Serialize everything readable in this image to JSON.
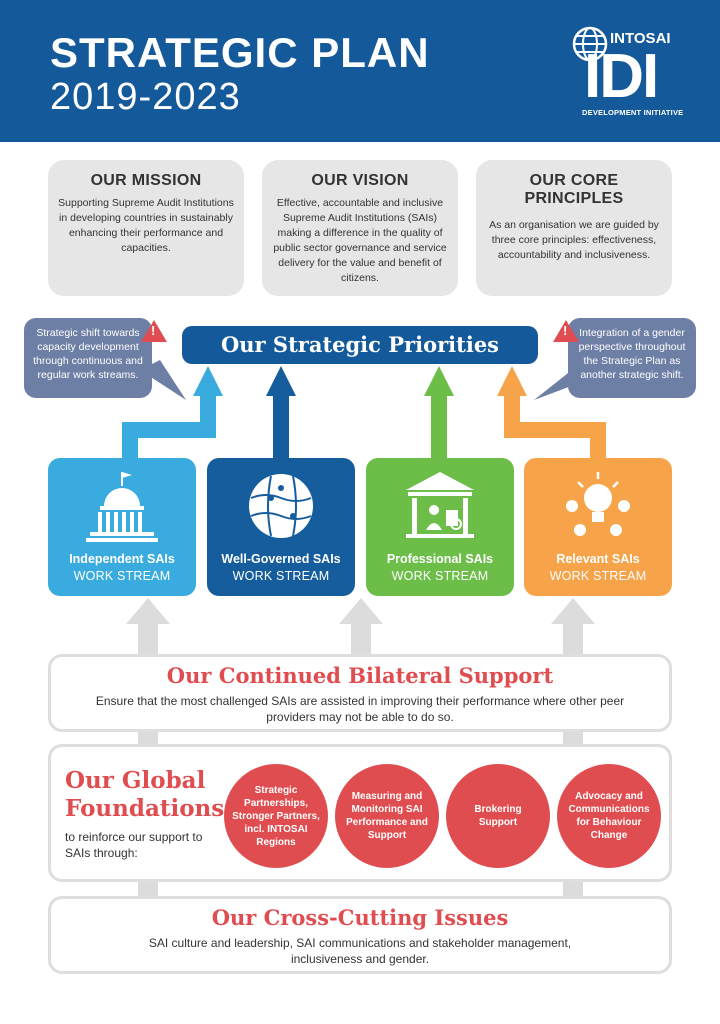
{
  "header": {
    "title": "STRATEGIC PLAN",
    "subtitle": "2019-2023",
    "logo": {
      "org": "INTOSAI",
      "brand": "IDI",
      "tagline": "DEVELOPMENT INITIATIVE"
    }
  },
  "cards": [
    {
      "title": "OUR MISSION",
      "text": "Supporting Supreme Audit Institutions in developing countries in sustainably enhancing their performance and capacities."
    },
    {
      "title": "OUR VISION",
      "text": "Effective, accountable and inclusive Supreme Audit Institutions (SAIs) making a difference in the quality of public sector governance and service delivery for the value and benefit of citizens."
    },
    {
      "title": "OUR CORE PRINCIPLES",
      "text": "As an organisation we are guided by three core principles: effectiveness, accountability and inclusiveness."
    }
  ],
  "priorities": {
    "title": "Our Strategic Priorities"
  },
  "callouts": [
    {
      "text": "Strategic shift towards capacity development through continuous and regular work streams.",
      "mark": "!"
    },
    {
      "text": "Integration of a gender perspective throughout the Strategic Plan as another strategic shift.",
      "mark": "!"
    }
  ],
  "workstreams": [
    {
      "name": "Independent SAIs",
      "sub": "WORK STREAM",
      "color": "#3aabdf",
      "icon": "capitol-building-icon"
    },
    {
      "name": "Well-Governed SAIs",
      "sub": "WORK STREAM",
      "color": "#155d9c",
      "icon": "puzzle-globe-icon"
    },
    {
      "name": "Professional SAIs",
      "sub": "WORK STREAM",
      "color": "#6cbe48",
      "icon": "classroom-icon"
    },
    {
      "name": "Relevant SAIs",
      "sub": "WORK STREAM",
      "color": "#f7a34a",
      "icon": "lightbulb-ideas-icon"
    }
  ],
  "bilateral": {
    "title": "Our Continued Bilateral Support",
    "text": "Ensure that the most challenged SAIs are assisted in improving their performance where other peer providers may not be able to do so."
  },
  "global": {
    "title_line1": "Our Global",
    "title_line2": "Foundations",
    "text": "to reinforce our support to SAIs through:",
    "items": [
      "Strategic Partnerships, Stronger Partners, incl. INTOSAI Regions",
      "Measuring and Monitoring SAI Performance and Support",
      "Brokering Support",
      "Advocacy and Communications for Behaviour Change"
    ]
  },
  "crosscutting": {
    "title": "Our Cross-Cutting Issues",
    "text": "SAI culture and leadership, SAI communications and stakeholder management, inclusiveness and gender."
  },
  "colors": {
    "navy": "#14599a",
    "red": "#e04d50",
    "callout": "#6d7fa5",
    "grey": "#e6e6e6"
  }
}
